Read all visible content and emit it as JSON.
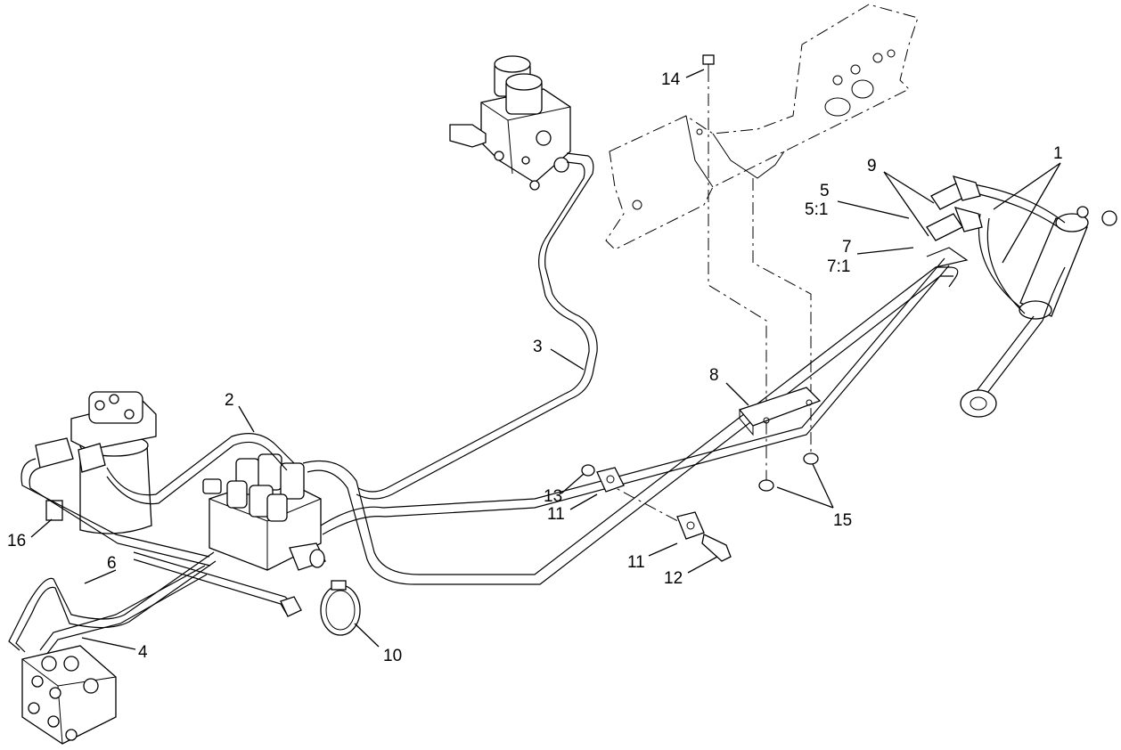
{
  "callouts": {
    "c1": "1",
    "c2": "2",
    "c3": "3",
    "c4": "4",
    "c5": "5",
    "c5_1": "5:1",
    "c6": "6",
    "c7": "7",
    "c7_1": "7:1",
    "c8": "8",
    "c9": "9",
    "c10": "10",
    "c11a": "11",
    "c11b": "11",
    "c12": "12",
    "c13": "13",
    "c14": "14",
    "c15": "15",
    "c16": "16"
  }
}
